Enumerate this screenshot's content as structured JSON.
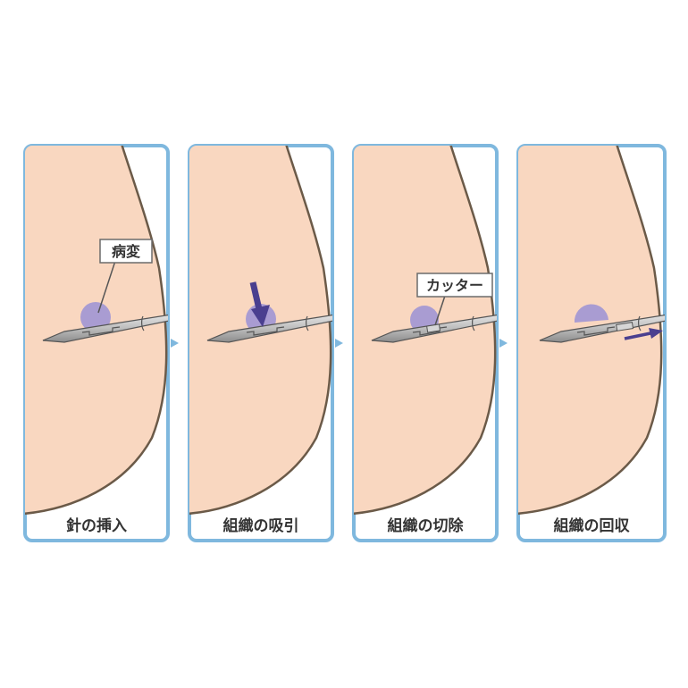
{
  "panels": [
    {
      "label": "針の挿入"
    },
    {
      "label": "組織の吸引"
    },
    {
      "label": "組織の切除"
    },
    {
      "label": "組織の回収"
    }
  ],
  "callouts": {
    "lesion": "病変",
    "cutter": "カッター"
  },
  "colors": {
    "frame": "#7fb8de",
    "skin": "#f9d7c0",
    "outline": "#6b5a48",
    "lesion": "#a99cd2",
    "arrow": "#4a3f8f",
    "needle": "#8a8a8a"
  }
}
